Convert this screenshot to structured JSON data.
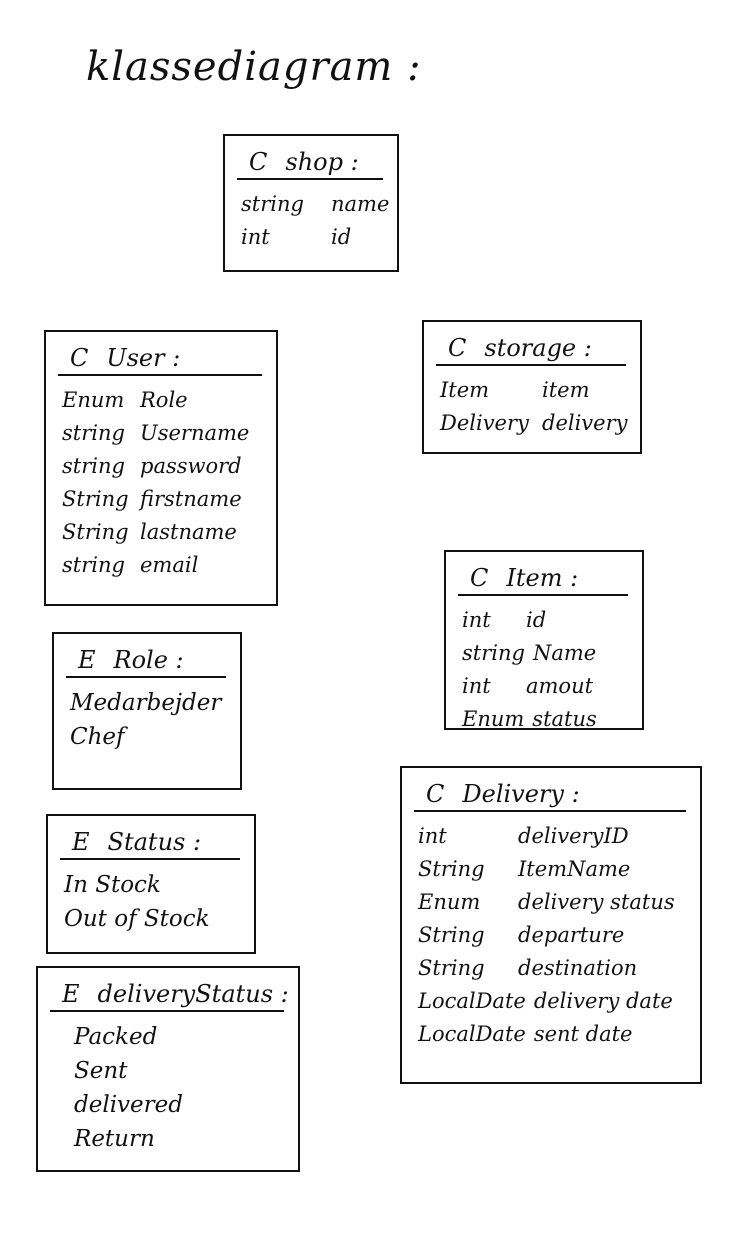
{
  "title": "klassediagram :",
  "classes": {
    "shop": {
      "kind": "C",
      "name": "shop :",
      "fields": [
        {
          "type": "string",
          "name": "name"
        },
        {
          "type": "int",
          "name": "id"
        }
      ]
    },
    "user": {
      "kind": "C",
      "name": "User :",
      "fields": [
        {
          "type": "Enum",
          "name": "Role"
        },
        {
          "type": "string",
          "name": "Username"
        },
        {
          "type": "string",
          "name": "password"
        },
        {
          "type": "String",
          "name": "firstname"
        },
        {
          "type": "String",
          "name": "lastname"
        },
        {
          "type": "string",
          "name": "email"
        }
      ]
    },
    "storage": {
      "kind": "C",
      "name": "storage :",
      "fields": [
        {
          "type": "Item",
          "name": "item"
        },
        {
          "type": "Delivery",
          "name": "delivery"
        }
      ]
    },
    "item": {
      "kind": "C",
      "name": "Item :",
      "fields": [
        {
          "type": "int",
          "name": "id"
        },
        {
          "type": "string",
          "name": "Name"
        },
        {
          "type": "int",
          "name": "amout"
        },
        {
          "type": "Enum",
          "name": "status"
        }
      ]
    },
    "delivery": {
      "kind": "C",
      "name": "Delivery :",
      "fields": [
        {
          "type": "int",
          "name": "deliveryID"
        },
        {
          "type": "String",
          "name": "ItemName"
        },
        {
          "type": "Enum",
          "name": "delivery status"
        },
        {
          "type": "String",
          "name": "departure"
        },
        {
          "type": "String",
          "name": "destination"
        },
        {
          "type": "LocalDate",
          "name": "delivery date"
        },
        {
          "type": "LocalDate",
          "name": "sent date"
        }
      ]
    }
  },
  "enums": {
    "role": {
      "kind": "E",
      "name": "Role :",
      "values": [
        "Medarbejder",
        "Chef"
      ]
    },
    "status": {
      "kind": "E",
      "name": "Status :",
      "values": [
        "In Stock",
        "Out of Stock"
      ]
    },
    "delivery_status": {
      "kind": "E",
      "name": "deliveryStatus :",
      "values": [
        "Packed",
        "Sent",
        "delivered",
        "Return"
      ]
    }
  }
}
